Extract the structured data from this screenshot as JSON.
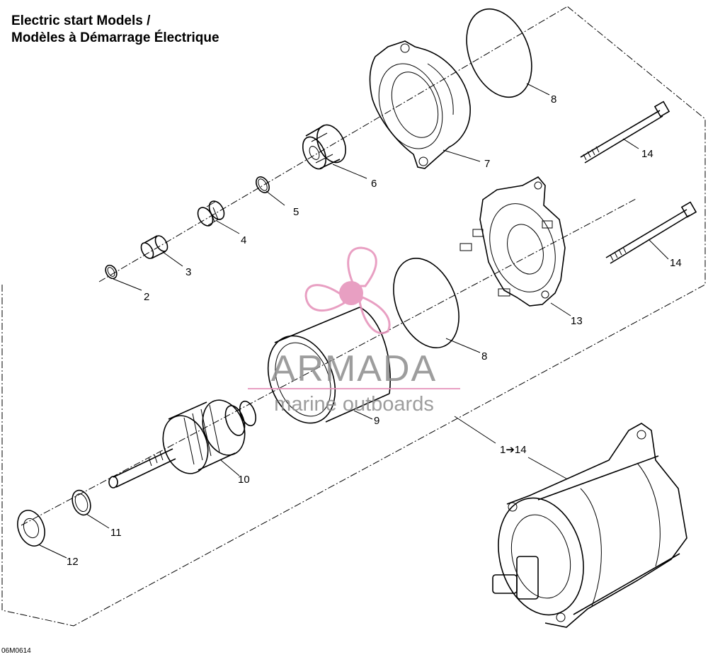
{
  "title": {
    "line1": "Electric start Models /",
    "line2": "Modèles à Démarrage Électrique"
  },
  "drawing_code": "06M0614",
  "watermark": {
    "brand": "ARMADA",
    "tagline": "marine outboards",
    "logo": "propeller-logo",
    "color": "#e58fb8"
  },
  "callouts": {
    "c2": "2",
    "c3": "3",
    "c4": "4",
    "c5": "5",
    "c6": "6",
    "c7": "7",
    "c8a": "8",
    "c8b": "8",
    "c9": "9",
    "c10": "10",
    "c11": "11",
    "c12": "12",
    "c13": "13",
    "c14a": "14",
    "c14b": "14",
    "assembly": "1➔14"
  }
}
